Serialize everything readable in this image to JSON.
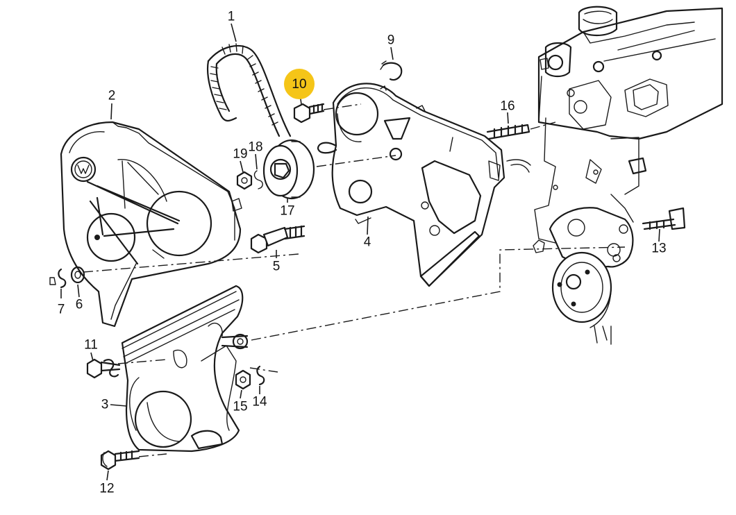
{
  "diagram": {
    "highlight_color": "#f5c518",
    "highlighted_part": "10",
    "parts": [
      {
        "id": "p1",
        "number": "1"
      },
      {
        "id": "p2",
        "number": "2"
      },
      {
        "id": "p3",
        "number": "3"
      },
      {
        "id": "p4",
        "number": "4"
      },
      {
        "id": "p5",
        "number": "5"
      },
      {
        "id": "p6",
        "number": "6"
      },
      {
        "id": "p7",
        "number": "7"
      },
      {
        "id": "p8",
        "number": "9"
      },
      {
        "id": "p9",
        "number": "10"
      },
      {
        "id": "p10",
        "number": "11"
      },
      {
        "id": "p11",
        "number": "12"
      },
      {
        "id": "p12",
        "number": "13"
      },
      {
        "id": "p13",
        "number": "14"
      },
      {
        "id": "p14",
        "number": "15"
      },
      {
        "id": "p15",
        "number": "16"
      },
      {
        "id": "p16",
        "number": "17"
      },
      {
        "id": "p17",
        "number": "18"
      },
      {
        "id": "p18",
        "number": "19"
      }
    ],
    "icons": {
      "logo": "vw-logo-icon"
    }
  }
}
